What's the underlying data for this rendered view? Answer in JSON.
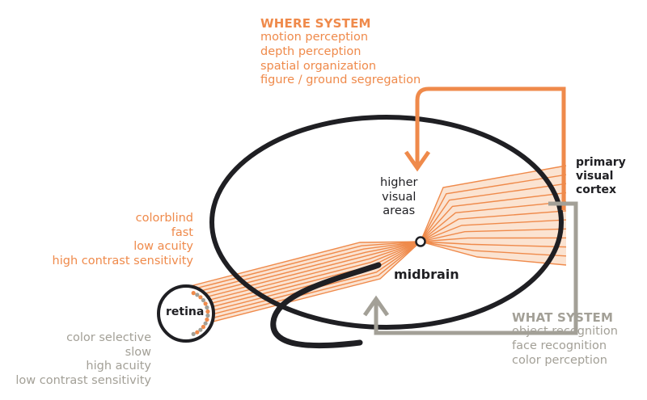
{
  "colors": {
    "orange": "#ef8a4b",
    "gray": "#a3a097",
    "dark": "#1f1f23"
  },
  "where_system": {
    "title": "WHERE SYSTEM",
    "items": [
      "motion perception",
      "depth perception",
      "spatial organization",
      "figure / ground segregation"
    ]
  },
  "what_system": {
    "title": "WHAT SYSTEM",
    "items": [
      "object recognition",
      "face recognition",
      "color perception"
    ]
  },
  "magno_properties": [
    "colorblind",
    "fast",
    "low acuity",
    "high contrast sensitivity"
  ],
  "parvo_properties": [
    "color selective",
    "slow",
    "high acuity",
    "low contrast sensitivity"
  ],
  "labels": {
    "higher_visual_areas": [
      "higher",
      "visual",
      "areas"
    ],
    "primary_visual_cortex": [
      "primary",
      "visual",
      "cortex"
    ],
    "midbrain": "midbrain",
    "retina": "retina"
  },
  "icons": {
    "where_arrow": "arrow-down-icon",
    "what_arrow": "arrow-up-icon"
  }
}
